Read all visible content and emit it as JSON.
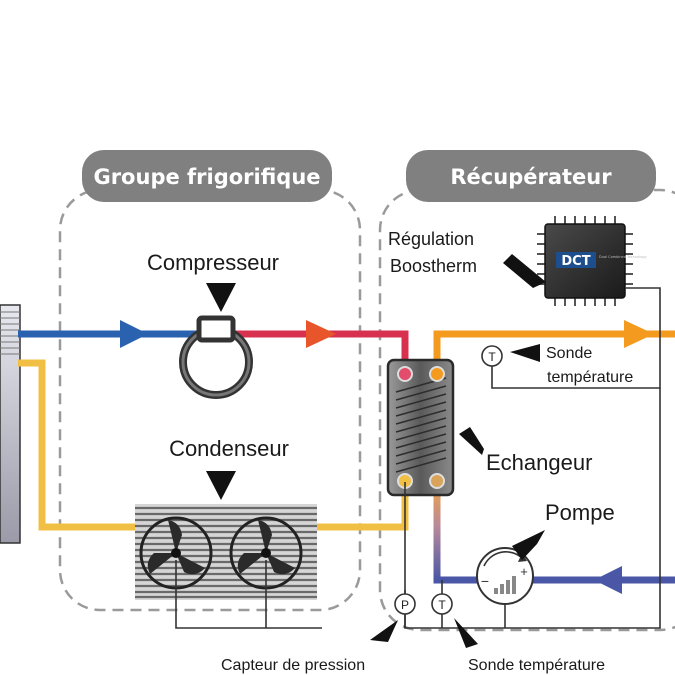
{
  "groups": {
    "left_title": "Groupe frigorifique",
    "right_title": "Récupérateur"
  },
  "labels": {
    "compresseur": "Compresseur",
    "condenseur": "Condenseur",
    "regulation_line1": "Régulation",
    "regulation_line2": "Boostherm",
    "echangeur": "Echangeur",
    "pompe": "Pompe",
    "sonde_line1": "Sonde",
    "sonde_line2": "température",
    "capteur_pression": "Capteur de pression",
    "sonde_temperature_bottom": "Sonde température"
  },
  "chip": {
    "logo_text": "DCT",
    "logo_small": "Dual Combined Technology"
  },
  "sensor_symbols": {
    "temperature": "T",
    "pressure": "P"
  },
  "colors": {
    "cold_blue": "#2a62b0",
    "hot_red": "#d8304f",
    "warm_yellow": "#f2bf45",
    "hot_orange": "#f39a1f",
    "return_purple": "#4a56a6",
    "pill_gray": "#808080",
    "dash_gray": "#9a9a9a"
  },
  "icons": [
    "compressor-icon",
    "condenser-fan-icon",
    "heat-exchanger-icon",
    "pump-icon",
    "controller-chip-icon",
    "temperature-sensor-icon",
    "pressure-sensor-icon",
    "arrow-pointer-icon"
  ]
}
